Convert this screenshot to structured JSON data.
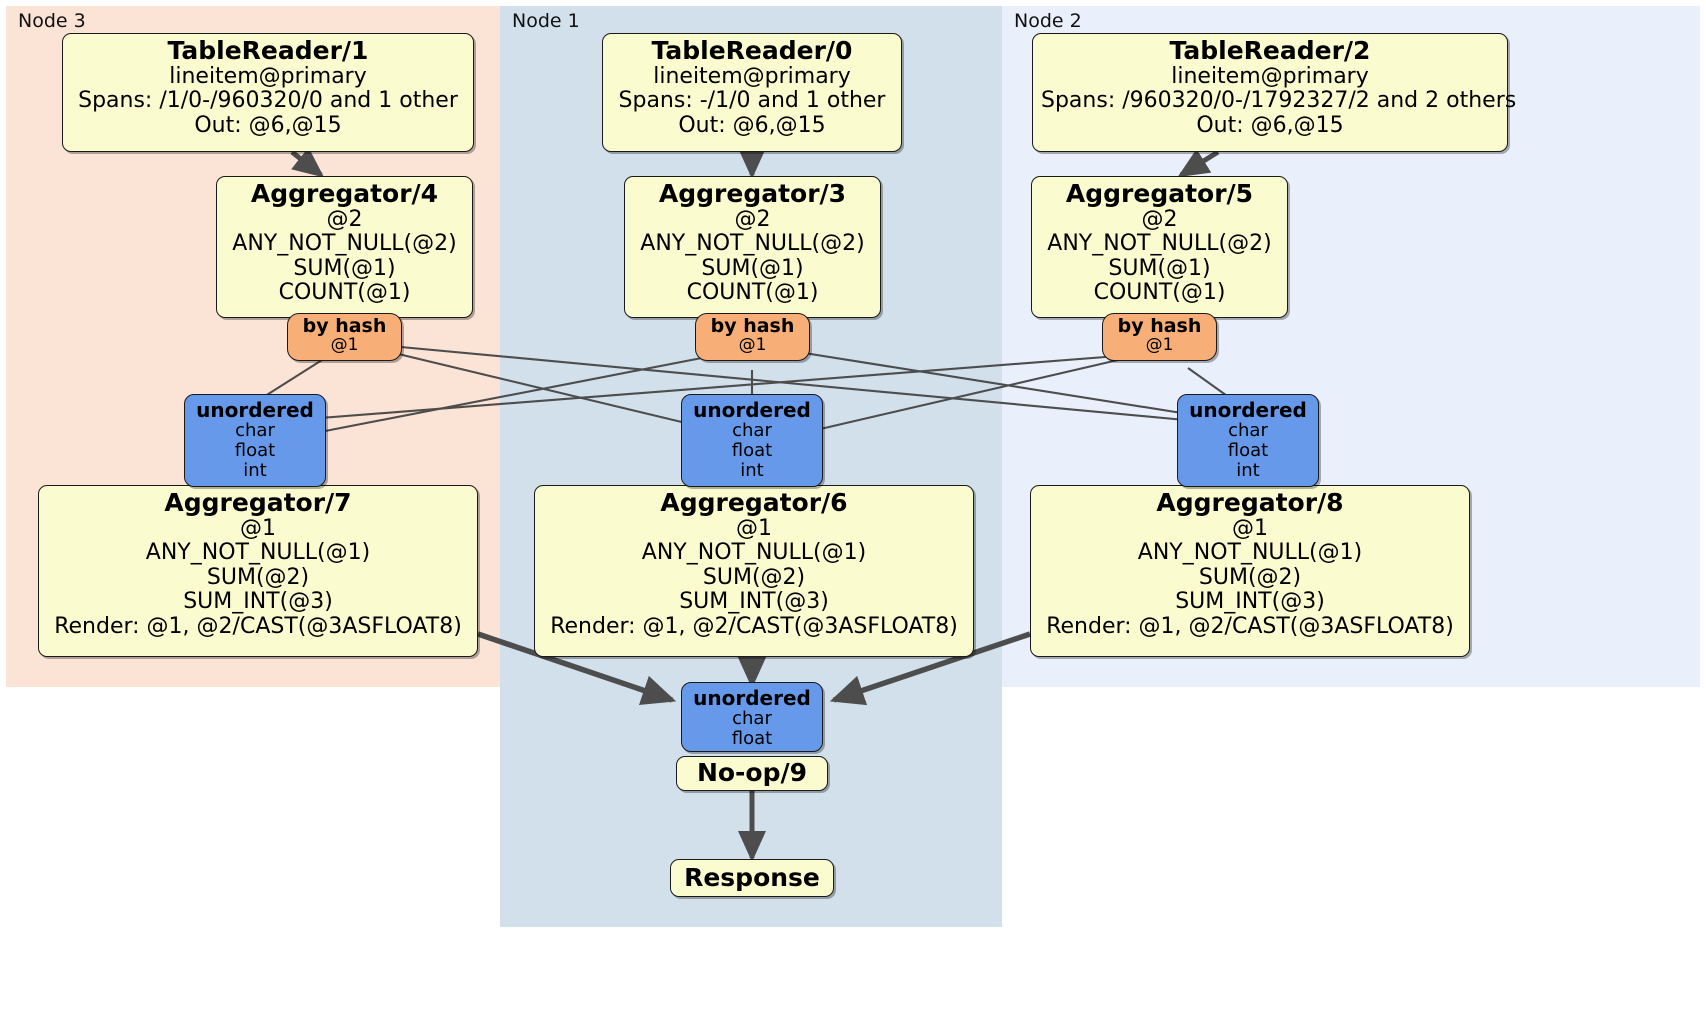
{
  "diagram": {
    "type": "distributed-query-plan",
    "colors": {
      "node3_bg": "#fbe3d6",
      "node1_bg": "#d2e0ec",
      "node2_bg": "#eaf0fb",
      "processor_fill": "#fbfbd0",
      "router_fill": "#f7ae77",
      "receiver_fill": "#6699ea",
      "edge_stroke": "#4d4d4d",
      "border": "#1a1a1a"
    }
  },
  "regions": [
    {
      "id": "node3",
      "label": "Node 3"
    },
    {
      "id": "node1",
      "label": "Node 1"
    },
    {
      "id": "node2",
      "label": "Node 2"
    }
  ],
  "processors": {
    "table_reader_1": {
      "title": "TableReader/1",
      "lines": [
        "lineitem@primary",
        "Spans: /1/0-/960320/0 and 1 other",
        "Out: @6,@15"
      ]
    },
    "table_reader_0": {
      "title": "TableReader/0",
      "lines": [
        "lineitem@primary",
        "Spans: -/1/0 and 1 other",
        "Out: @6,@15"
      ]
    },
    "table_reader_2": {
      "title": "TableReader/2",
      "lines": [
        "lineitem@primary",
        "Spans: /960320/0-/1792327/2 and 2 others",
        "Out: @6,@15"
      ]
    },
    "aggregator_4": {
      "title": "Aggregator/4",
      "lines": [
        "@2",
        "ANY_NOT_NULL(@2)",
        "SUM(@1)",
        "COUNT(@1)"
      ]
    },
    "aggregator_3": {
      "title": "Aggregator/3",
      "lines": [
        "@2",
        "ANY_NOT_NULL(@2)",
        "SUM(@1)",
        "COUNT(@1)"
      ]
    },
    "aggregator_5": {
      "title": "Aggregator/5",
      "lines": [
        "@2",
        "ANY_NOT_NULL(@2)",
        "SUM(@1)",
        "COUNT(@1)"
      ]
    },
    "aggregator_7": {
      "title": "Aggregator/7",
      "lines": [
        "@1",
        "ANY_NOT_NULL(@1)",
        "SUM(@2)",
        "SUM_INT(@3)",
        "Render: @1, @2/CAST(@3ASFLOAT8)"
      ]
    },
    "aggregator_6": {
      "title": "Aggregator/6",
      "lines": [
        "@1",
        "ANY_NOT_NULL(@1)",
        "SUM(@2)",
        "SUM_INT(@3)",
        "Render: @1, @2/CAST(@3ASFLOAT8)"
      ]
    },
    "aggregator_8": {
      "title": "Aggregator/8",
      "lines": [
        "@1",
        "ANY_NOT_NULL(@1)",
        "SUM(@2)",
        "SUM_INT(@3)",
        "Render: @1, @2/CAST(@3ASFLOAT8)"
      ]
    },
    "noop_9": {
      "title": "No-op/9",
      "lines": []
    },
    "response": {
      "title": "Response",
      "lines": []
    }
  },
  "routers": {
    "router_4": {
      "title": "by hash",
      "lines": [
        "@1"
      ]
    },
    "router_3": {
      "title": "by hash",
      "lines": [
        "@1"
      ]
    },
    "router_5": {
      "title": "by hash",
      "lines": [
        "@1"
      ]
    }
  },
  "receivers": {
    "recv_7": {
      "title": "unordered",
      "lines": [
        "char",
        "float",
        "int"
      ]
    },
    "recv_6": {
      "title": "unordered",
      "lines": [
        "char",
        "float",
        "int"
      ]
    },
    "recv_8": {
      "title": "unordered",
      "lines": [
        "char",
        "float",
        "int"
      ]
    },
    "recv_final": {
      "title": "unordered",
      "lines": [
        "char",
        "float"
      ]
    }
  }
}
